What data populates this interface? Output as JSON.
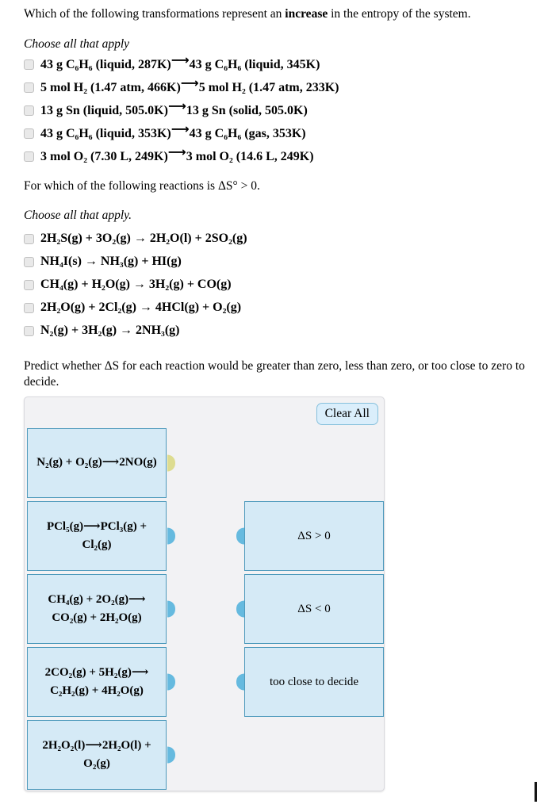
{
  "glyphs": {
    "long_arrow": "⟶"
  },
  "colors": {
    "panel_bg": "#f2f2f4",
    "panel_border": "#d9d9de",
    "card_fill": "#d5eaf6",
    "card_border": "#4e9abc",
    "button_bg": "#daeefb",
    "button_border": "#86c0dc",
    "connector_blue": "#66badf",
    "connector_yellow": "#dddc90",
    "checkbox_bg": "#e9e9e9",
    "checkbox_border": "#c0c0c0"
  },
  "q1": {
    "prompt_before": "Which of the following transformations represent an ",
    "prompt_bold": "increase",
    "prompt_after": " in the entropy of the system.",
    "instruction": "Choose all that apply",
    "options": [
      {
        "before": "43 g C₆H₆ (liquid, 287K)",
        "after": "43 g C₆H₆ (liquid, 345K)"
      },
      {
        "before": "5 mol H₂ (1.47 atm, 466K)",
        "after": "5 mol H₂ (1.47 atm, 233K)"
      },
      {
        "before": "13 g Sn (liquid, 505.0K)",
        "after": "13 g Sn (solid, 505.0K)"
      },
      {
        "before": "43 g C₆H₆ (liquid, 353K)",
        "after": "43 g C₆H₆ (gas, 353K)"
      },
      {
        "before": "3 mol O₂ (7.30 L, 249K)",
        "after": "3 mol O₂ (14.6 L, 249K)"
      }
    ]
  },
  "q2": {
    "prompt": "For which of the following reactions is ΔS° > 0.",
    "instruction": "Choose all that apply.",
    "options": [
      "2H₂S(g) + 3O₂(g) → 2H₂O(l) + 2SO₂(g)",
      "NH₄I(s) → NH₃(g) + HI(g)",
      "CH₄(g) + H₂O(g) → 3H₂(g) + CO(g)",
      "2H₂O(g) + 2Cl₂(g) → 4HCl(g) + O₂(g)",
      "N₂(g) + 3H₂(g) → 2NH₃(g)"
    ]
  },
  "q3": {
    "prompt": "Predict whether ΔS for each reaction would be greater than zero, less than zero, or too close to zero to decide.",
    "clear_button": "Clear All",
    "left_cards": [
      {
        "line1": "N₂(g) + O₂(g)⟶2NO(g)",
        "line2": ""
      },
      {
        "line1": "PCl₅(g)⟶PCl₃(g) +",
        "line2": "Cl₂(g)"
      },
      {
        "line1": "CH₄(g) + 2O₂(g)⟶",
        "line2": "CO₂(g) + 2H₂O(g)"
      },
      {
        "line1": "2CO₂(g) + 5H₂(g)⟶",
        "line2": "C₂H₂(g) + 4H₂O(g)"
      },
      {
        "line1": "2H₂O₂(l)⟶2H₂O(l) +",
        "line2": "O₂(g)"
      }
    ],
    "right_cards": [
      "ΔS > 0",
      "ΔS < 0",
      "too close to decide"
    ]
  }
}
